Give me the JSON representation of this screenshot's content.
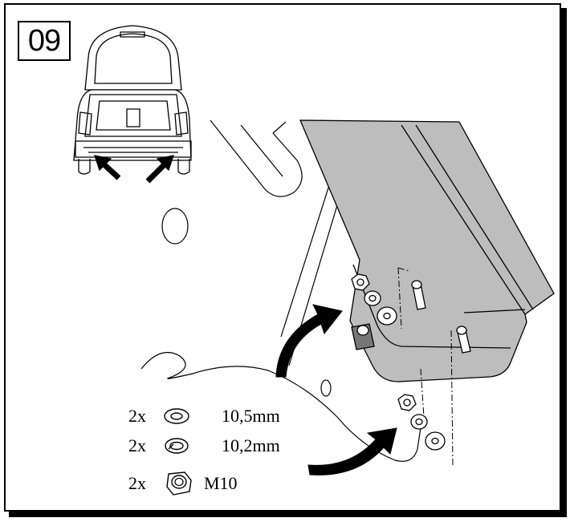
{
  "step": {
    "number": "09"
  },
  "parts": [
    {
      "qty": "2x",
      "icon": "flat-washer-icon",
      "size": "10,5mm"
    },
    {
      "qty": "2x",
      "icon": "spring-washer-icon",
      "size": "10,2mm"
    },
    {
      "qty": "2x",
      "icon": "hex-nut-icon",
      "size": "M10"
    }
  ],
  "colors": {
    "bracket_fill": "#bdbdbd",
    "line": "#000000",
    "background": "#ffffff"
  }
}
